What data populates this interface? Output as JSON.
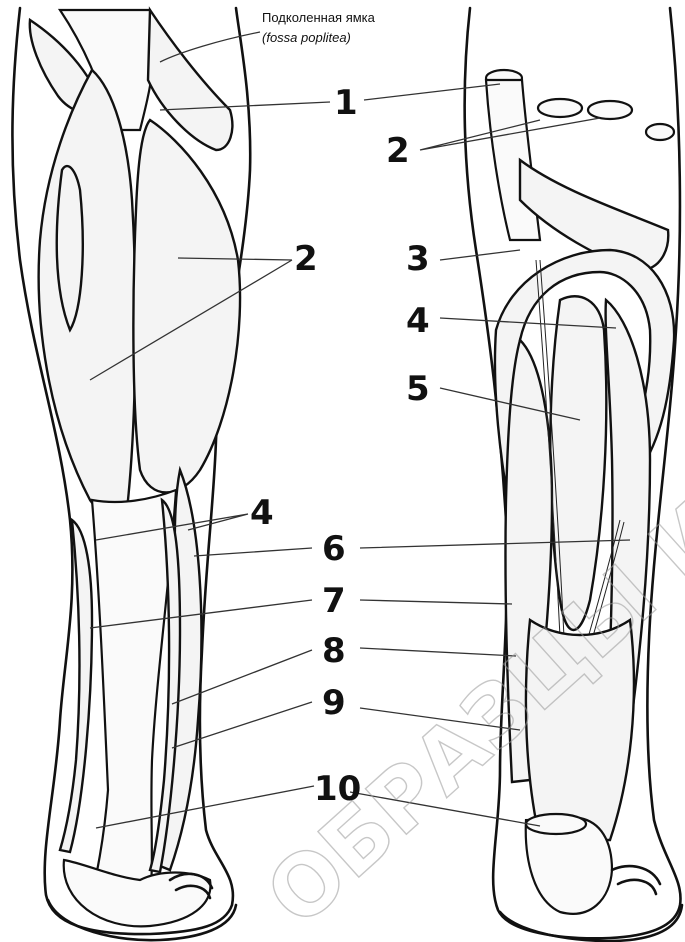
{
  "caption": {
    "line1": "Подколенная ямка",
    "line2": "(fossa poplitea)"
  },
  "labels": {
    "n1": "1",
    "n2_left": "2",
    "n2_right": "2",
    "n3": "3",
    "n4_right": "4",
    "n5": "5",
    "n4_left": "4",
    "n6": "6",
    "n7": "7",
    "n8": "8",
    "n9": "9",
    "n10": "10"
  },
  "watermark": "ОБРАЗЦЫ ИМЕНИ",
  "colors": {
    "ink": "#111111",
    "paper": "#ffffff",
    "watermark": "#9a9a9a"
  }
}
